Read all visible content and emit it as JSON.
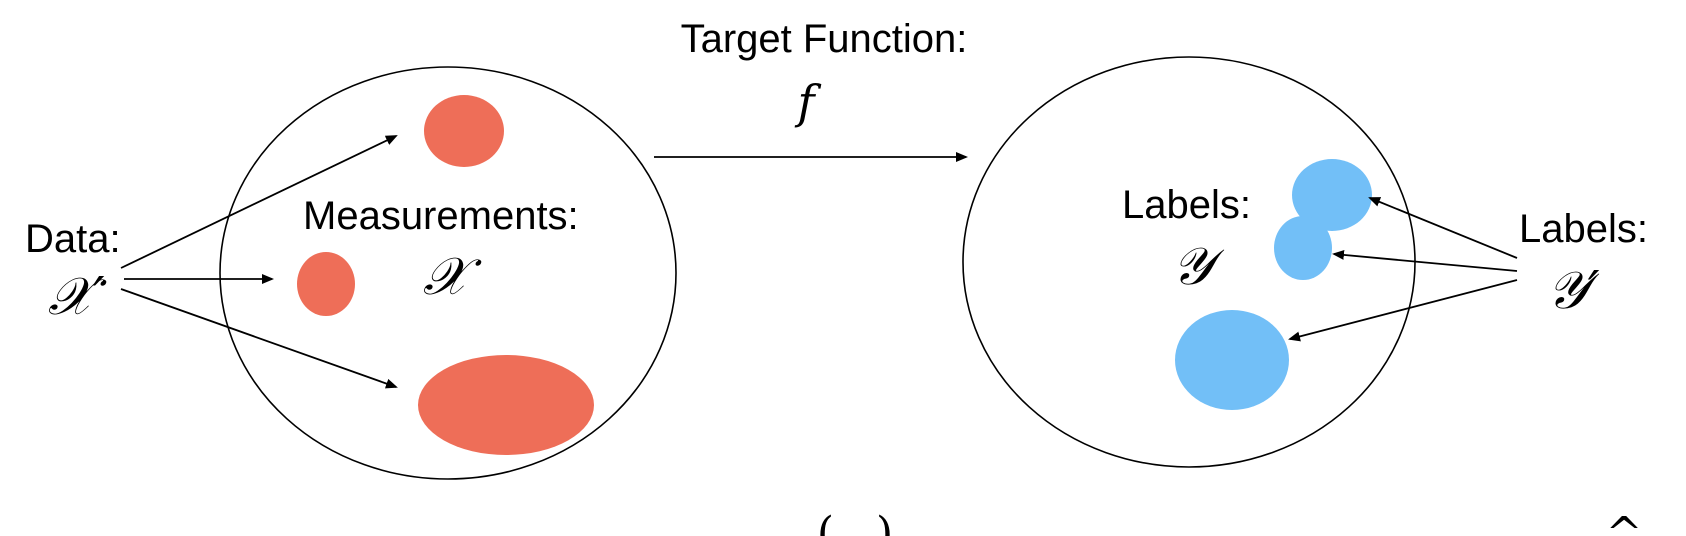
{
  "labels": {
    "target_function": "Target Function:",
    "target_symbol": "f",
    "data": "Data:",
    "data_symbol": "𝒳′",
    "measurements": "Measurements:",
    "measurements_symbol": "𝒳",
    "labels_inner": "Labels:",
    "labels_inner_symbol": "𝒴",
    "labels_outer": "Labels:",
    "labels_outer_symbol": "𝒴′"
  },
  "partial_text": {
    "center": "( , )",
    "right": "^"
  },
  "colors": {
    "measurement_blob": "#EE6E58",
    "label_blob": "#72BFF7",
    "outline": "#000000"
  }
}
